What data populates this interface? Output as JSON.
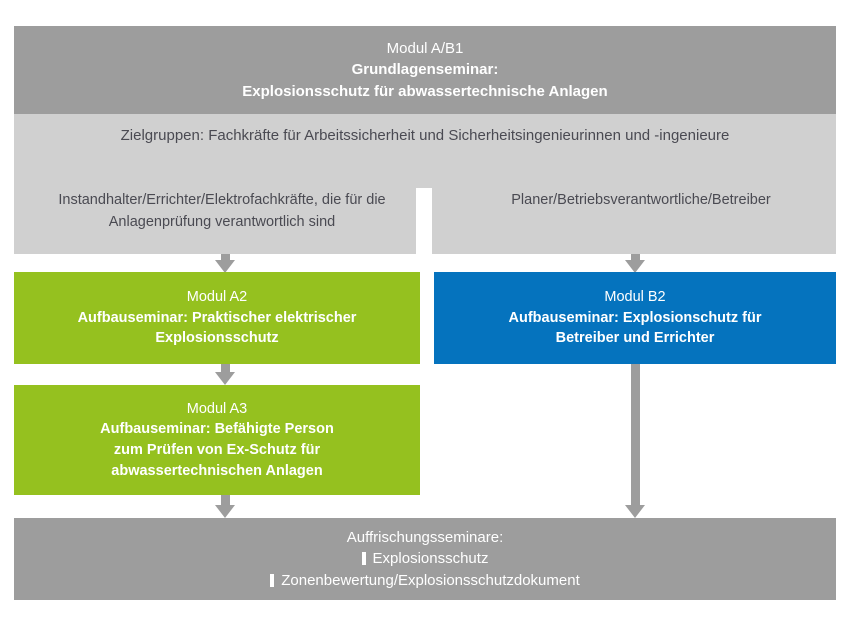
{
  "diagram": {
    "title": "Modul A/B1 Seminarstruktur Explosionsschutz",
    "colors": {
      "dark_grey": "#9d9d9d",
      "light_grey": "#d0d0d0",
      "green": "#95c11f",
      "blue": "#0573be",
      "white": "#ffffff",
      "text_dark": "#4a4a52"
    }
  },
  "header": {
    "module": "Modul A/B1",
    "subtitle": "Grundlagenseminar:",
    "topic": "Explosionsschutz für abwassertechnische Anlagen"
  },
  "audience": {
    "heading": "Zielgruppen:",
    "shared": "Fachkräfte für Arbeitssicherheit und Sicherheitsingenieurinnen und -ingenieure",
    "left": {
      "line1": "Instandhalter/Errichter/Elektrofachkräfte,",
      "line2": "die für die Anlagenprüfung verantwortlich sind"
    },
    "right": {
      "line1": "Planer/Betriebsverantwortliche/Betreiber"
    }
  },
  "modules": {
    "a2": {
      "module": "Modul A2",
      "line1": "Aufbauseminar: Praktischer elektrischer",
      "line2": "Explosionsschutz"
    },
    "b2": {
      "module": "Modul B2",
      "line1": "Aufbauseminar: Explosionschutz für",
      "line2": "Betreiber und Errichter"
    },
    "a3": {
      "module": "Modul A3",
      "line1": "Aufbauseminar: Befähigte Person",
      "line2": "zum Prüfen von Ex-Schutz für",
      "line3": "abwassertechnischen Anlagen"
    }
  },
  "refresher": {
    "heading": "Auffrischungsseminare:",
    "item1": "Explosionsschutz",
    "item2": "Zonenbewertung/Explosionsschutzdokument"
  }
}
